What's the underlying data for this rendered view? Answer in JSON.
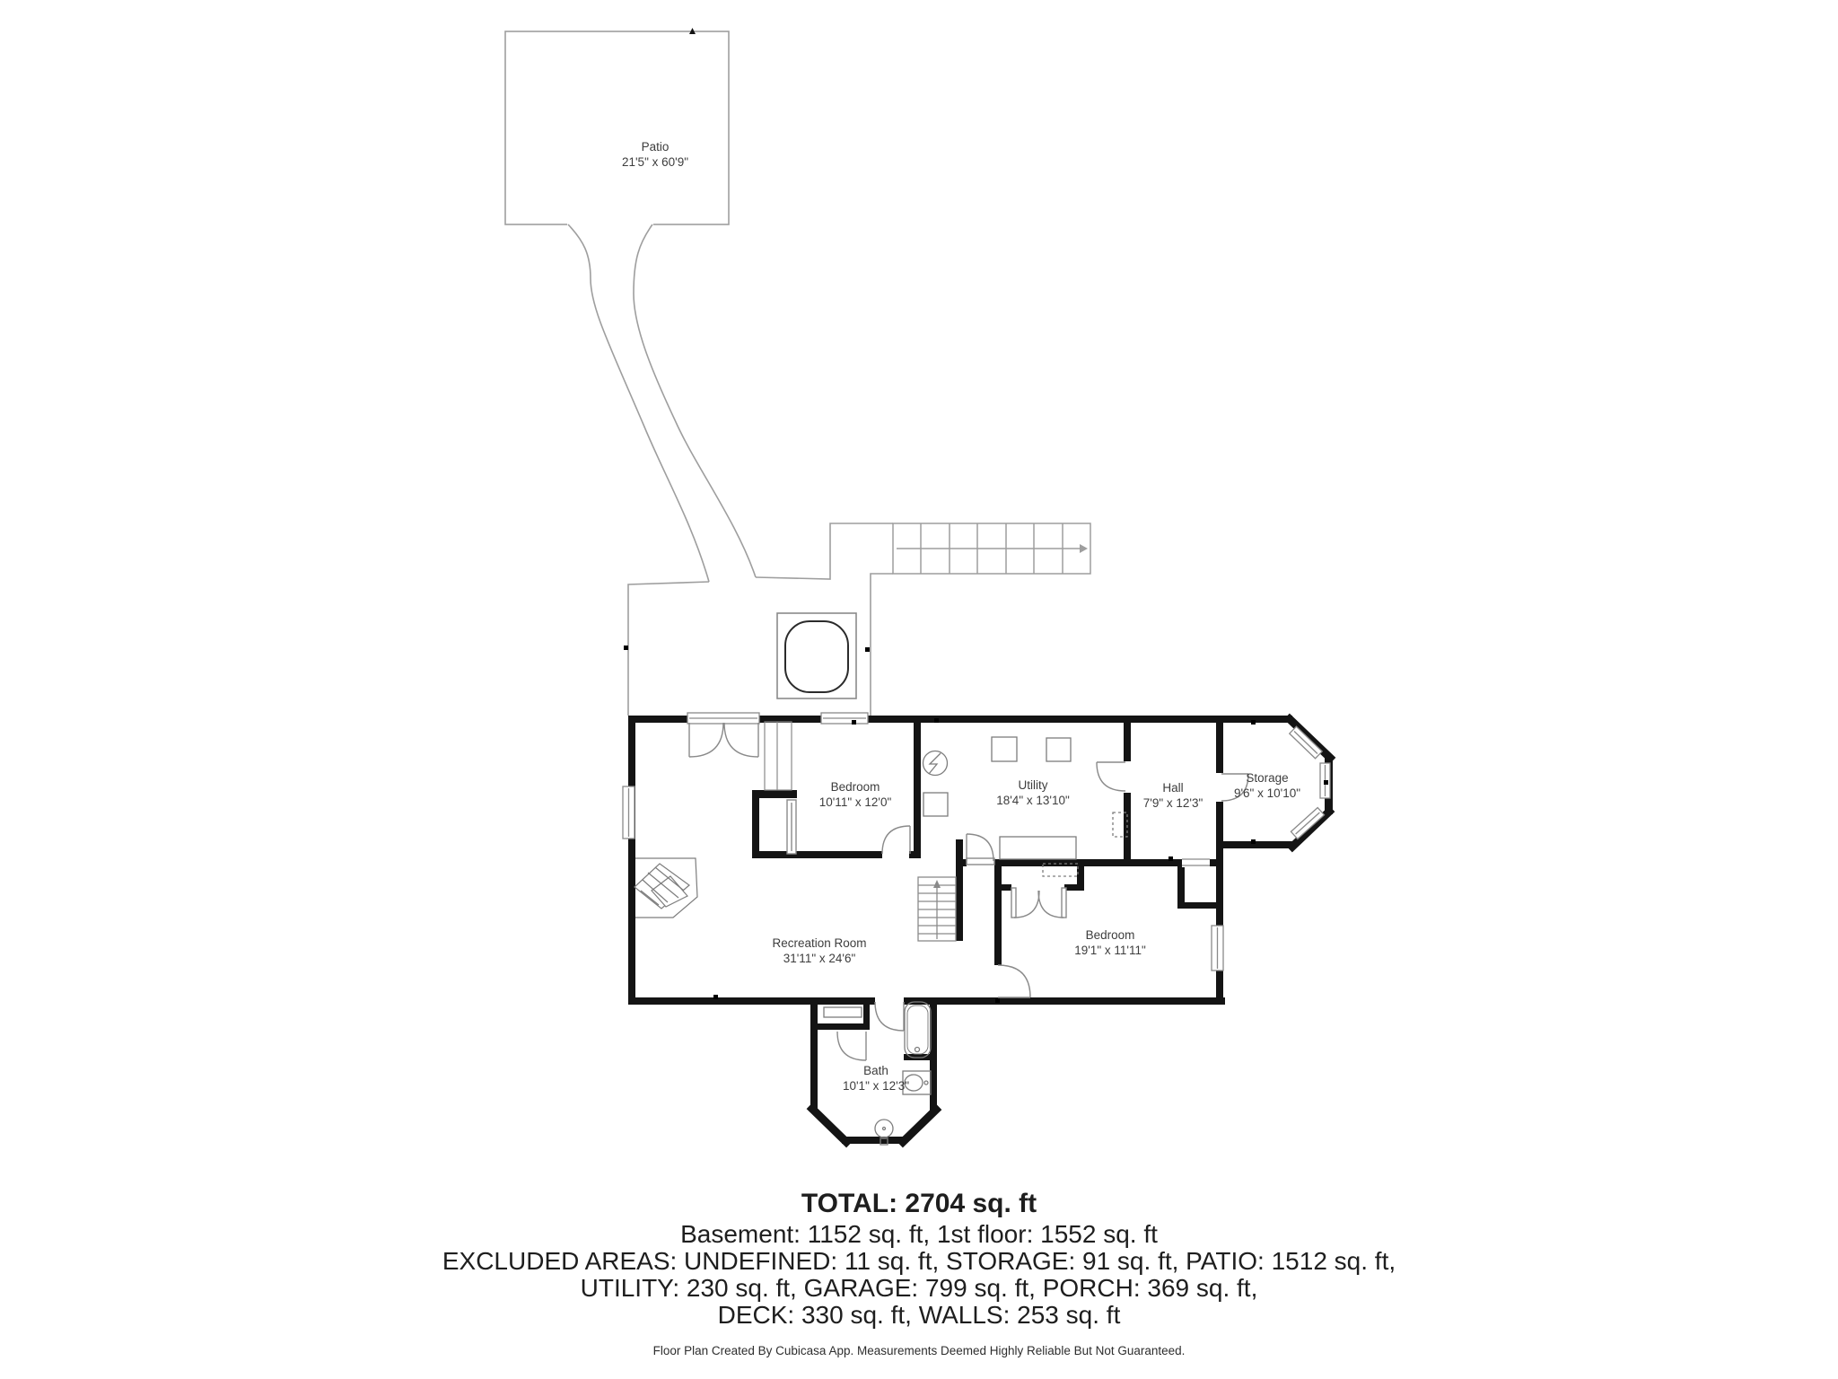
{
  "rooms": [
    {
      "name": "Patio",
      "dims": "21'5\" x 60'9\""
    },
    {
      "name": "Bedroom",
      "dims": "10'11\" x 12'0\""
    },
    {
      "name": "Utility",
      "dims": "18'4\" x 13'10\""
    },
    {
      "name": "Hall",
      "dims": "7'9\" x 12'3\""
    },
    {
      "name": "Storage",
      "dims": "9'6\" x 10'10\""
    },
    {
      "name": "Recreation Room",
      "dims": "31'11\" x 24'6\""
    },
    {
      "name": "Bedroom",
      "dims": "19'1\" x 11'11\""
    },
    {
      "name": "Bath",
      "dims": "10'1\" x 12'3\""
    }
  ],
  "summary": {
    "total": "TOTAL: 2704 sq. ft",
    "line2": "Basement: 1152 sq. ft, 1st floor: 1552 sq. ft",
    "line3": "EXCLUDED AREAS: UNDEFINED: 11 sq. ft, STORAGE: 91 sq. ft, PATIO: 1512 sq. ft,",
    "line4": "UTILITY: 230 sq. ft, GARAGE: 799 sq. ft, PORCH: 369 sq. ft,",
    "line5": "DECK: 330 sq. ft, WALLS: 253 sq. ft"
  },
  "footer": "Floor Plan Created By Cubicasa App. Measurements Deemed Highly Reliable But Not Guaranteed.",
  "colors": {
    "wall": "#141414",
    "outdoor_line": "#9e9e9e",
    "fixture_line": "#7d7d7d",
    "label": "#3d3d3d"
  }
}
